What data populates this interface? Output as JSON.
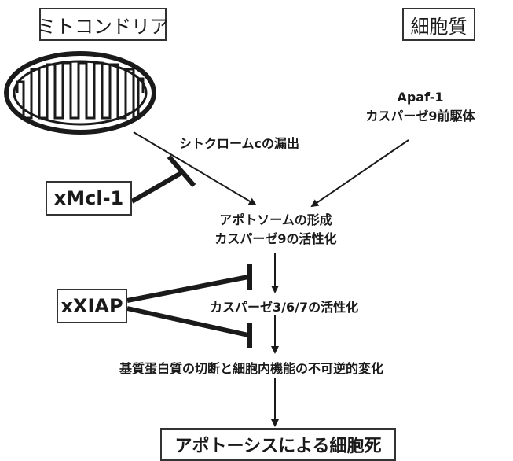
{
  "diagram": {
    "labels": {
      "mitochondria": "ミトコンドリア",
      "cytoplasm": "細胞質",
      "xmcl1": "xMcl-1",
      "xxiap": "xXIAP",
      "cyt_c_release": "シトクロームcの漏出",
      "apaf1": "Apaf-1",
      "procaspase9": "カスパーゼ9前駆体",
      "apoptosome": "アポトソームの形成",
      "caspase9_activation": "カスパーゼ9の活性化",
      "caspase367_activation": "カスパーゼ3/6/7の活性化",
      "substrate_cleavage": "基質蛋白質の切断と細胞内機能の不可逆的変化",
      "apoptotic_death": "アポトーシスによる細胞死"
    },
    "colors": {
      "stroke": "#1a1a1a",
      "box_border": "#333333",
      "background": "#ffffff"
    }
  }
}
